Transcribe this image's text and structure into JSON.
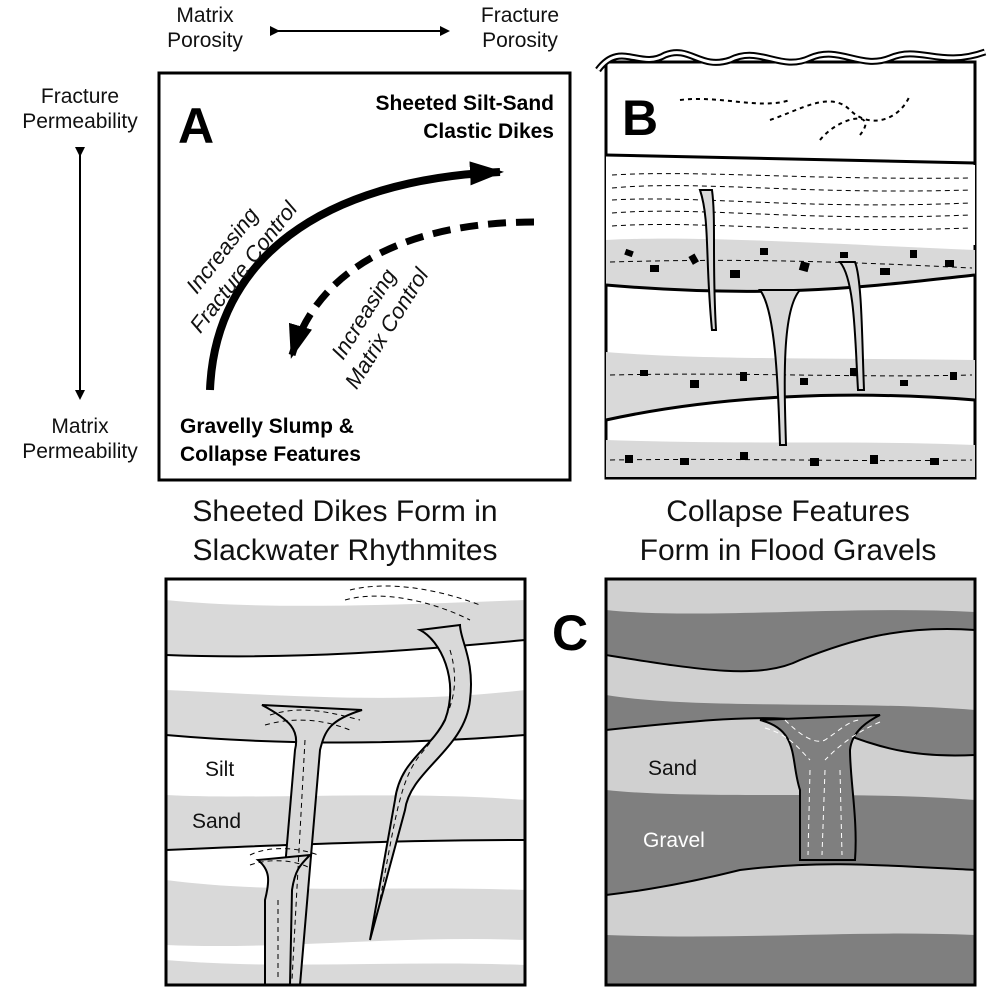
{
  "axes": {
    "top_left": [
      "Matrix",
      "Porosity"
    ],
    "top_right": [
      "Fracture",
      "Porosity"
    ],
    "left_top": [
      "Fracture",
      "Permeability"
    ],
    "left_bottom": [
      "Matrix",
      "Permeability"
    ]
  },
  "panel_a": {
    "letter": "A",
    "top_right_label": [
      "Sheeted Silt-Sand",
      "Clastic Dikes"
    ],
    "bottom_left_label": [
      "Gravelly Slump &",
      "Collapse Features"
    ],
    "solid_arrow_label": [
      "Increasing",
      "Fracture Control"
    ],
    "dashed_arrow_label": [
      "Increasing",
      "Matrix Control"
    ]
  },
  "panel_b": {
    "letter": "B"
  },
  "panel_c": {
    "letter": "C"
  },
  "titles": {
    "left": [
      "Sheeted Dikes Form in",
      "Slackwater Rhythmites"
    ],
    "right": [
      "Collapse Features",
      "Form in Flood Gravels"
    ]
  },
  "panel_c_left": {
    "silt_label": "Silt",
    "sand_label": "Sand"
  },
  "panel_c_right": {
    "sand_label": "Sand",
    "gravel_label": "Gravel"
  },
  "colors": {
    "light_gray": "#d9d9d9",
    "dark_gray": "#7f7f7f",
    "line": "#000000"
  }
}
